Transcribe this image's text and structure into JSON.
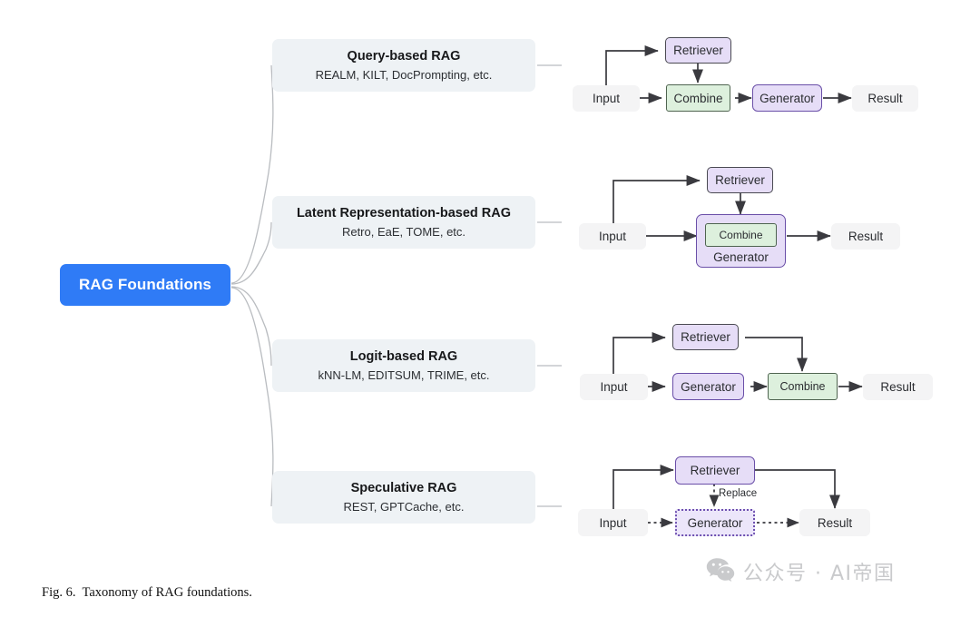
{
  "figure": {
    "root": {
      "label": "RAG Foundations",
      "color": "#2f7bf6"
    },
    "caption": {
      "fignum": "Fig. 6.",
      "text": "Taxonomy of RAG foundations."
    },
    "watermark": {
      "icon": "wechat-icon",
      "text": "公众号 · AI帝国",
      "color": "#c9cacc"
    },
    "palette": {
      "root_blue": "#2f7bf6",
      "card_gray": "#eef2f5",
      "box_gray": "#f4f4f5",
      "box_purple": "#e6ddf7",
      "box_green": "#ddf0dd",
      "border_dark": "#4a4a52",
      "border_purple": "#6a4fa8",
      "border_green": "#4f6450",
      "connector": "#b9bcc0"
    },
    "branches": [
      {
        "title": "Query-based RAG",
        "subtitle": "REALM, KILT, DocPrompting, etc.",
        "diagram": {
          "nodes": [
            "Input",
            "Retriever",
            "Combine",
            "Generator",
            "Result"
          ],
          "labels": {
            "input": "Input",
            "retriever": "Retriever",
            "combine": "Combine",
            "generator": "Generator",
            "result": "Result"
          }
        }
      },
      {
        "title": "Latent Representation-based RAG",
        "subtitle": "Retro, EaE, TOME, etc.",
        "diagram": {
          "nodes": [
            "Input",
            "Retriever",
            "Generator",
            "Combine",
            "Result"
          ],
          "labels": {
            "input": "Input",
            "retriever": "Retriever",
            "combine": "Combine",
            "generator": "Generator",
            "result": "Result"
          }
        }
      },
      {
        "title": "Logit-based RAG",
        "subtitle": "kNN-LM, EDITSUM, TRIME, etc.",
        "diagram": {
          "nodes": [
            "Input",
            "Retriever",
            "Generator",
            "Combine",
            "Result"
          ],
          "labels": {
            "input": "Input",
            "retriever": "Retriever",
            "combine": "Combine",
            "generator": "Generator",
            "result": "Result"
          }
        }
      },
      {
        "title": "Speculative RAG",
        "subtitle": "REST, GPTCache, etc.",
        "diagram": {
          "nodes": [
            "Input",
            "Retriever",
            "Generator",
            "Result"
          ],
          "labels": {
            "input": "Input",
            "retriever": "Retriever",
            "generator": "Generator",
            "result": "Result",
            "replace": "Replace"
          }
        }
      }
    ]
  }
}
